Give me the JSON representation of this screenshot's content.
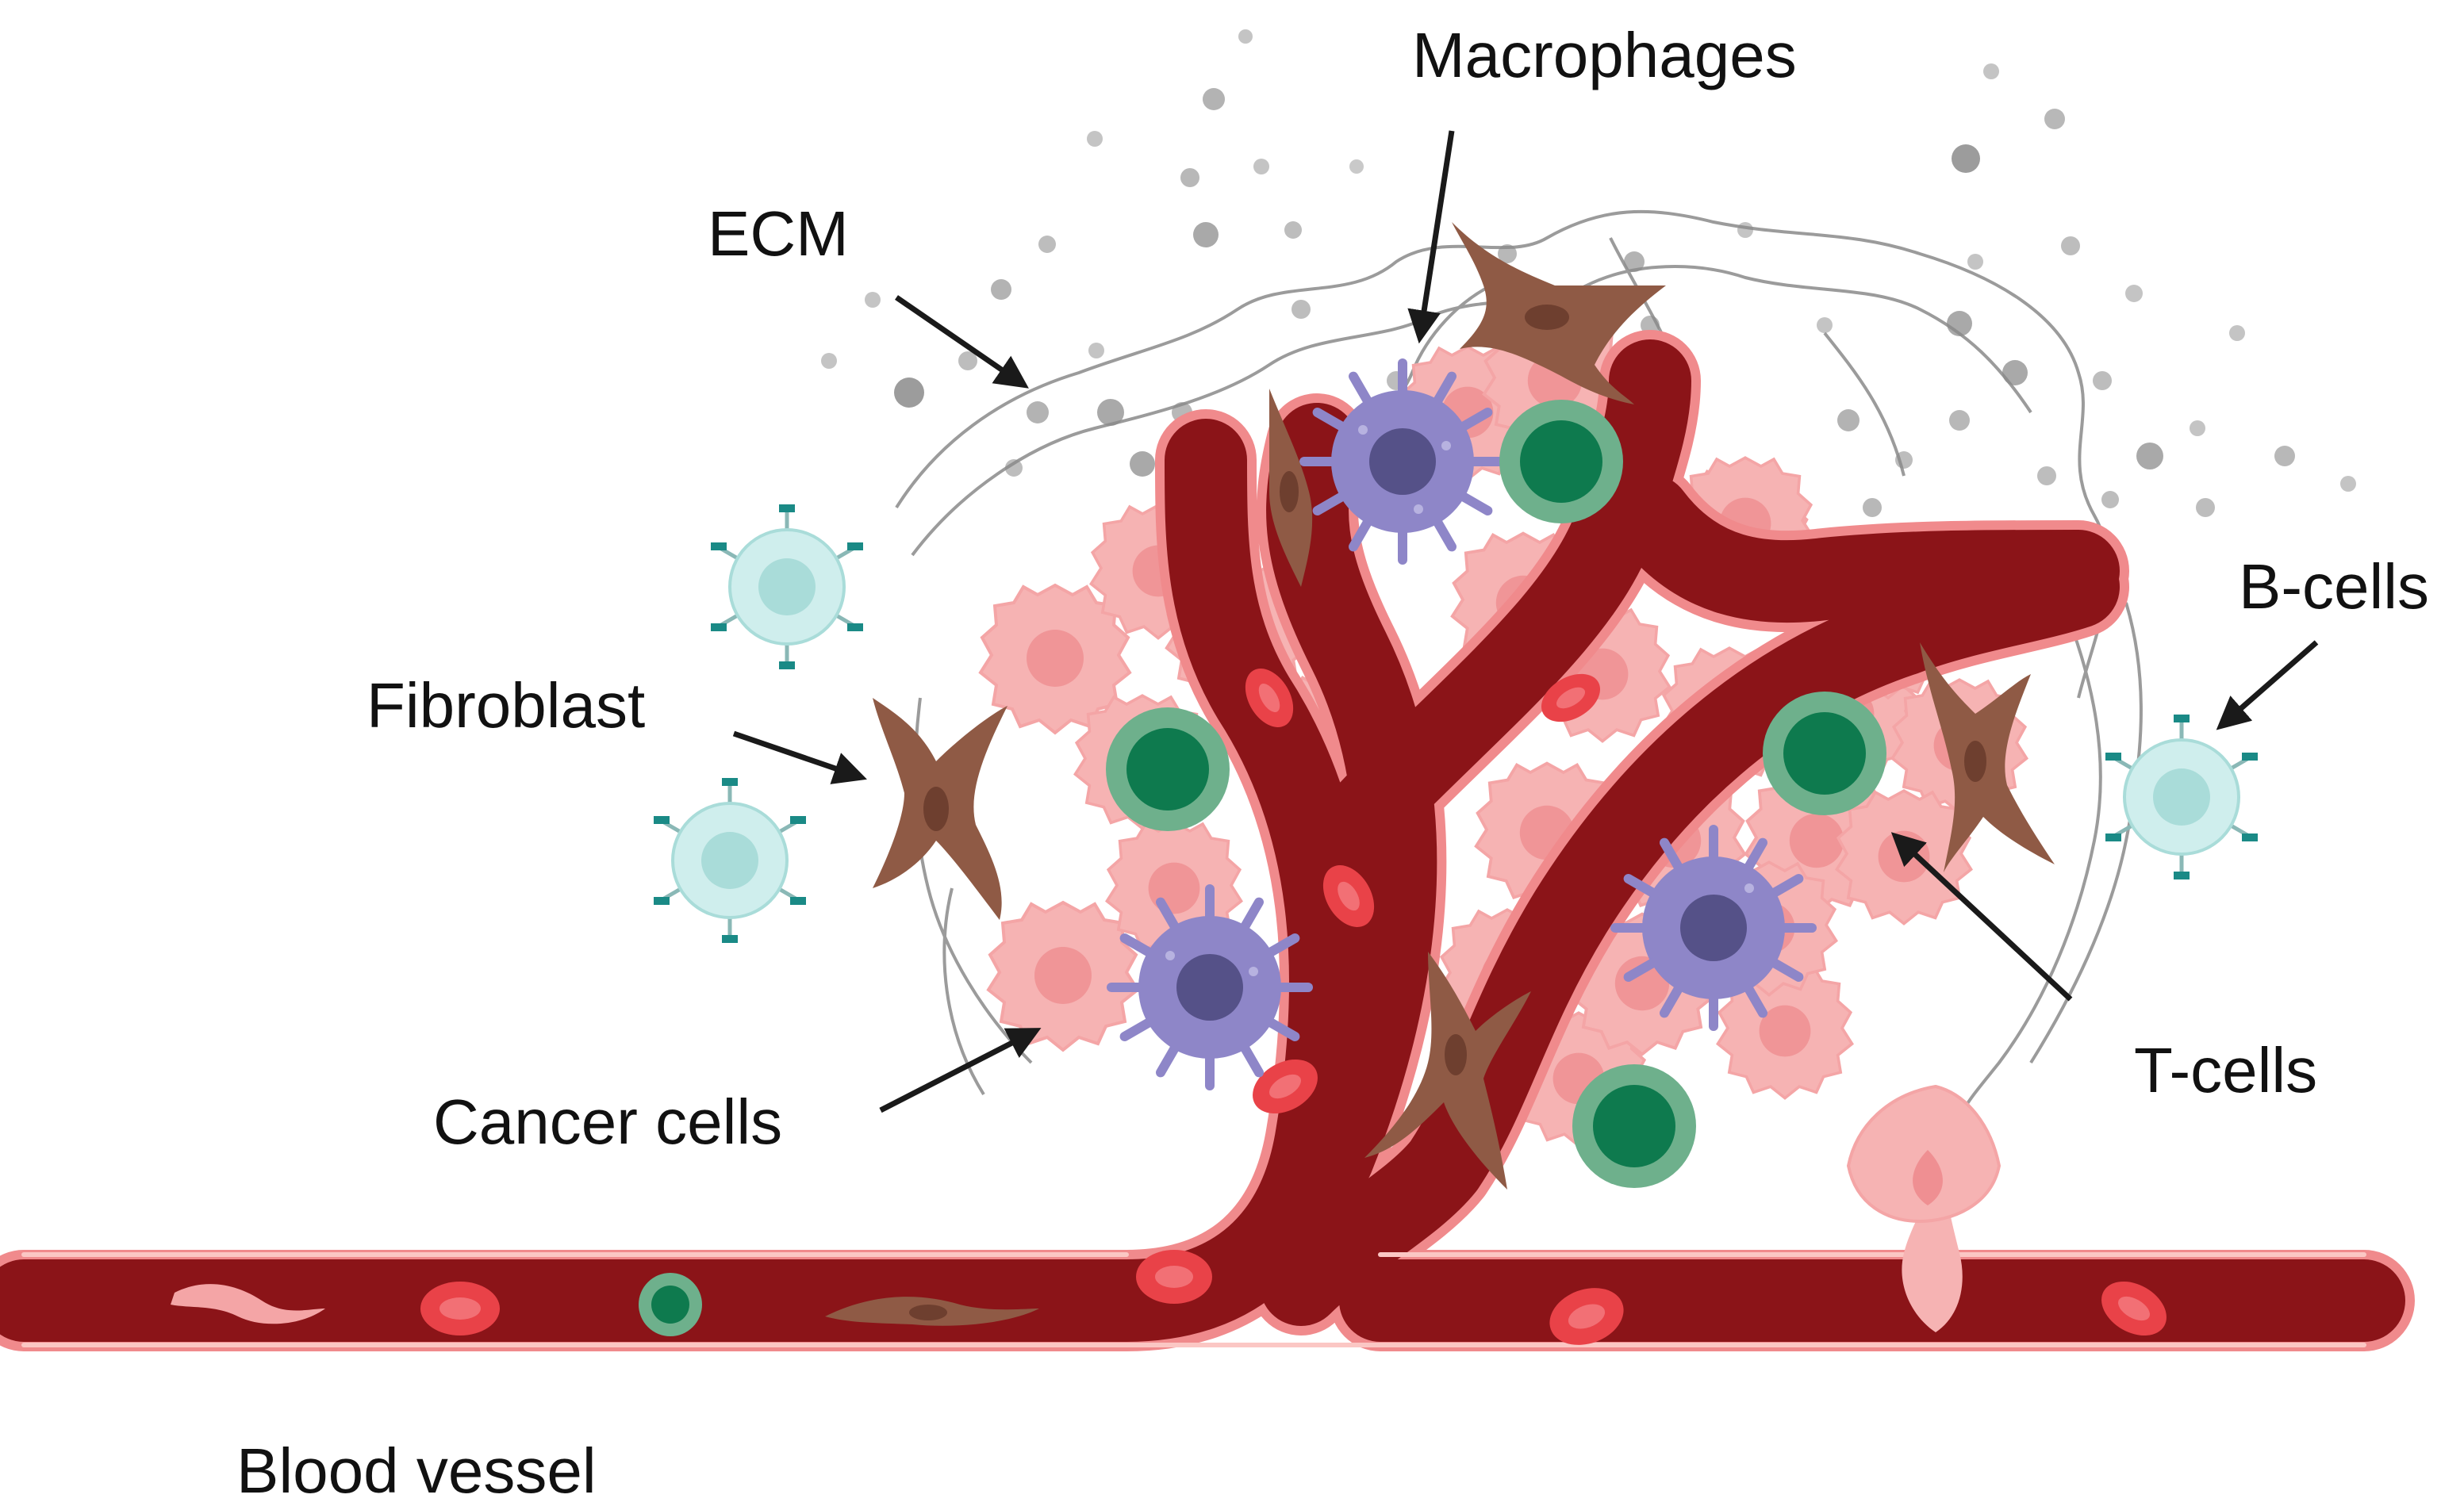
{
  "labels": {
    "macrophages": "Macrophages",
    "ecm": "ECM",
    "fibroblast": "Fibroblast",
    "b_cells": "B-cells",
    "t_cells": "T-cells",
    "cancer_cells": "Cancer cells",
    "blood_vessel": "Blood vessel"
  },
  "colors": {
    "vessel_dark": "#8b1418",
    "vessel_wall": "#f08a8c",
    "vessel_highlight": "#fbc7c4",
    "cancer_cell": "#f6b3b3",
    "cancer_nucleus": "#ef8f92",
    "macrophage": "#8e86c8",
    "macrophage_nucleus": "#555188",
    "t_cell_outer": "#6eb08c",
    "t_cell_inner": "#0e7a4e",
    "b_cell": "#cfeeed",
    "b_cell_receptor": "#1a8a86",
    "fibroblast": "#8f5a45",
    "ecm_fiber": "#8a8a8a",
    "particle": "#bdbdbd",
    "rbc": "#e94248",
    "arrow": "#1a1a1a"
  }
}
